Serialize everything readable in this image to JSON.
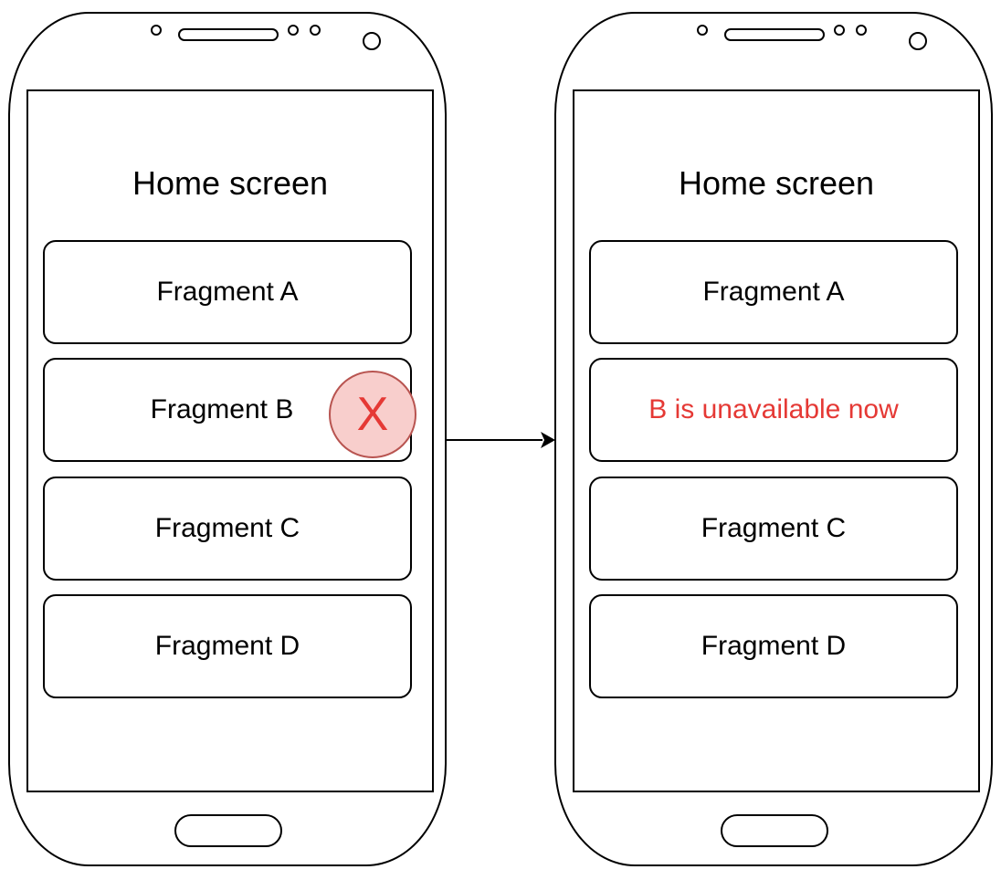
{
  "left_phone": {
    "title": "Home screen",
    "fragments": [
      "Fragment A",
      "Fragment B",
      "Fragment C",
      "Fragment D"
    ],
    "error_badge": "X"
  },
  "right_phone": {
    "title": "Home screen",
    "fragments": [
      "Fragment A",
      "B is unavailable now",
      "Fragment C",
      "Fragment D"
    ]
  },
  "colors": {
    "error_text": "#e53935",
    "badge_fill": "#f8cecc",
    "badge_border": "#b85450"
  }
}
